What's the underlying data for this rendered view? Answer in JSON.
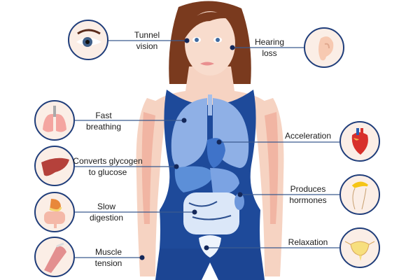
{
  "diagram": {
    "type": "anatomical-infographic",
    "subject": "female body figure with organ effects",
    "colors": {
      "connector_line": "#3b5a8f",
      "connector_dot": "#14285a",
      "circle_border": "#1f3d7a",
      "circle_fill": "#fbeee6",
      "tank_top": "#1e4a9a",
      "organ_light": "#8fb0e6",
      "skin": "#f6d3c2",
      "hair": "#7a3a1e"
    },
    "callouts": [
      {
        "id": "eye",
        "side": "left",
        "icon": "eye-icon",
        "line1": "Tunnel",
        "line2": "vision"
      },
      {
        "id": "lungs",
        "side": "left",
        "icon": "lungs-icon",
        "line1": "Fast",
        "line2": "breathing"
      },
      {
        "id": "liver",
        "side": "left",
        "icon": "liver-icon",
        "line1": "Converts glycogen",
        "line2": "to glucose"
      },
      {
        "id": "digestion",
        "side": "left",
        "icon": "digestive-system-icon",
        "line1": "Slow",
        "line2": "digestion"
      },
      {
        "id": "muscle",
        "side": "left",
        "icon": "muscle-icon",
        "line1": "Muscle",
        "line2": "tension"
      },
      {
        "id": "ear",
        "side": "right",
        "icon": "ear-icon",
        "line1": "Hearing",
        "line2": "loss"
      },
      {
        "id": "heart",
        "side": "right",
        "icon": "heart-icon",
        "line1": "Acceleration",
        "line2": ""
      },
      {
        "id": "kidney",
        "side": "right",
        "icon": "kidney-adrenal-icon",
        "line1": "Produces",
        "line2": "hormones"
      },
      {
        "id": "bladder",
        "side": "right",
        "icon": "bladder-icon",
        "line1": "Relaxation",
        "line2": ""
      }
    ]
  }
}
